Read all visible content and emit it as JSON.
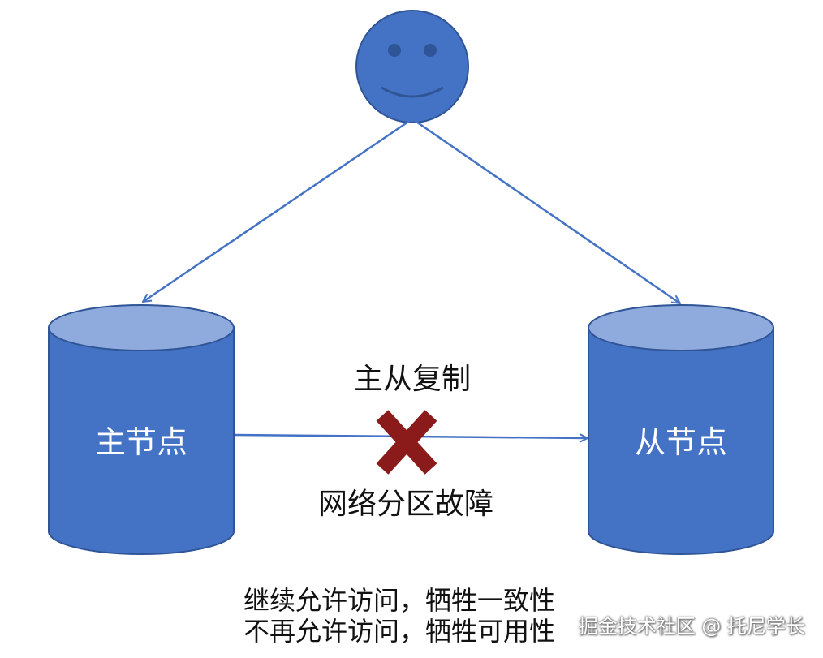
{
  "nodes": {
    "master_label": "主节点",
    "slave_label": "从节点"
  },
  "edge": {
    "replication_label": "主从复制",
    "partition_label": "网络分区故障"
  },
  "notes": {
    "line1": "继续允许访问，牺牲一致性",
    "line2": "不再允许访问，牺牲可用性"
  },
  "watermark": "掘金技术社区 @ 托尼学长",
  "colors": {
    "cylinder_body": "#4472c4",
    "cylinder_top": "#8faadc",
    "cylinder_stroke": "#2f5597",
    "arrow": "#4472c4",
    "cross": "#8b1a1a"
  },
  "icons": {
    "user": "smiley-face-icon",
    "failure": "cross-icon"
  }
}
